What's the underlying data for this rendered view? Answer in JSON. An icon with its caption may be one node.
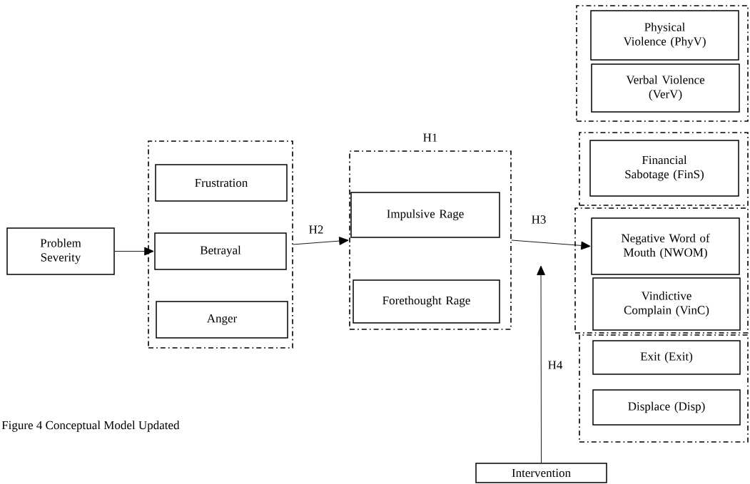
{
  "diagram": {
    "caption": "Figure 4 Conceptual Model Updated",
    "nodes": [
      {
        "text": [
          "Problem Severity"
        ]
      },
      {
        "text": [],
        "shape": "box"
      },
      {
        "text": [
          "Frustration"
        ],
        "in": 1
      },
      {
        "text": [
          "Betrayal"
        ],
        "in": 1
      },
      {
        "text": [
          "Anger"
        ],
        "in": 1
      },
      {
        "text": [],
        "shape": "box"
      },
      {
        "text": [
          "Impulsive Rage"
        ],
        "in": 5
      },
      {
        "text": [
          "Forethought Rage"
        ],
        "in": 5
      },
      {
        "text": [],
        "shape": "box"
      },
      {
        "text": [
          "Physical Violence (PhyV)"
        ],
        "in": 8
      },
      {
        "text": [
          "Verbal Violence (VerV)"
        ],
        "in": 8
      },
      {
        "text": [],
        "shape": "box"
      },
      {
        "text": [
          "Financial Sabotage (FinS)"
        ],
        "in": 11
      },
      {
        "text": [],
        "shape": "box"
      },
      {
        "text": [
          "Negative Word of Mouth (NWOM)"
        ],
        "in": 13
      },
      {
        "text": [
          "Vindictive Complain (VinC)"
        ],
        "in": 13
      },
      {
        "text": [],
        "shape": "box"
      },
      {
        "text": [
          "Exit (Exit)"
        ],
        "in": 16
      },
      {
        "text": [
          "Displace (Disp)"
        ],
        "in": 16
      },
      {
        "text": [
          "Intervention"
        ]
      }
    ],
    "edges": [
      {
        "from": 0,
        "to": 3,
        "arrow": "to"
      },
      {
        "from": 1,
        "to": 5,
        "arrow": "to",
        "label": "H2"
      },
      {
        "from": 5,
        "to": 14,
        "arrow": "to",
        "label": "H3"
      },
      {
        "from": 19,
        "to": null,
        "arrow": "to",
        "label": "H4"
      }
    ],
    "labels": [
      "H1"
    ]
  }
}
